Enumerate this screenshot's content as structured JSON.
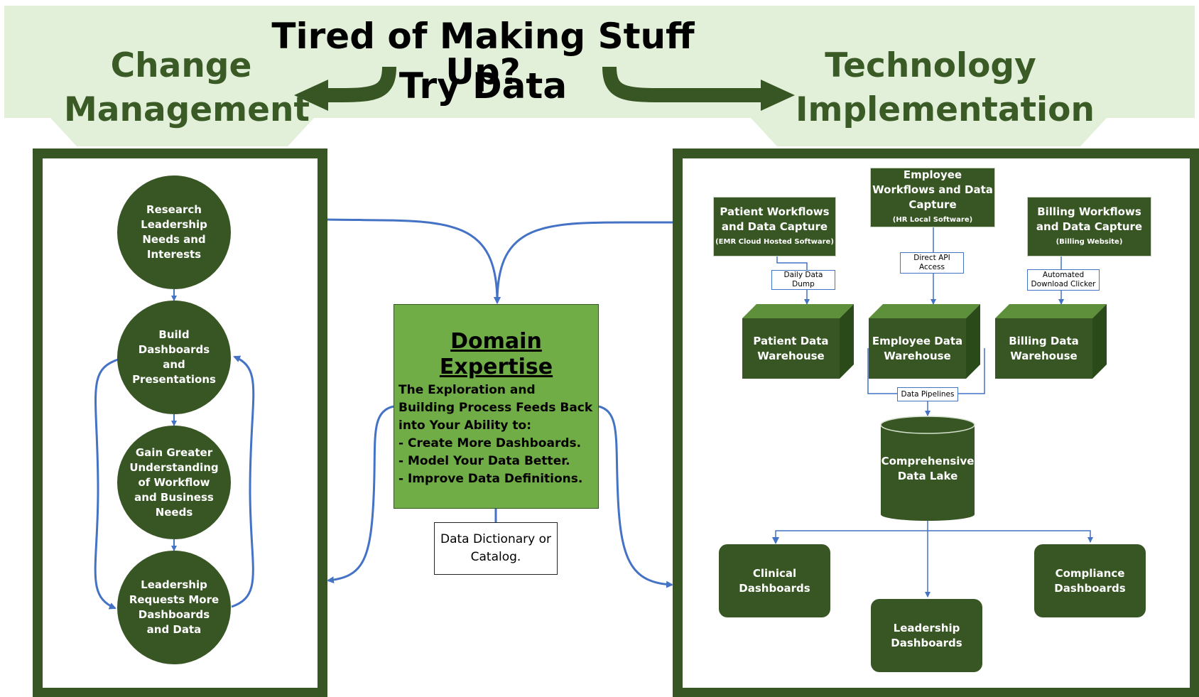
{
  "header": {
    "line1": "Tired of Making Stuff Up?",
    "line2": "Try Data",
    "left_title": "Change Management",
    "right_title": "Technology Implementation"
  },
  "change_management": {
    "steps": [
      "Research Leadership Needs and Interests",
      "Build Dashboards and Presentations",
      "Gain Greater Understanding of Workflow and Business Needs",
      "Leadership Requests More Dashboards and Data"
    ]
  },
  "domain": {
    "title": "Domain Expertise",
    "body": "The Exploration and Building Process Feeds Back into Your Ability to:\n- Create More Dashboards.\n- Model Your Data Better.\n- Improve Data Definitions.",
    "dictionary": "Data Dictionary or Catalog."
  },
  "technology": {
    "sources": [
      {
        "title": "Patient Workflows and Data Capture",
        "sub": "(EMR Cloud Hosted Software)"
      },
      {
        "title": "Employee Workflows and Data Capture",
        "sub": "(HR Local Software)"
      },
      {
        "title": "Billing Workflows and Data Capture",
        "sub": "(Billing Website)"
      }
    ],
    "methods": [
      "Daily Data Dump",
      "Direct API Access",
      "Automated Download Clicker"
    ],
    "warehouses": [
      "Patient Data Warehouse",
      "Employee Data Warehouse",
      "Billing Data Warehouse"
    ],
    "pipelines": "Data Pipelines",
    "lake": "Comprehensive Data Lake",
    "dashboards": [
      "Clinical Dashboards",
      "Leadership Dashboards",
      "Compliance Dashboards"
    ]
  },
  "colors": {
    "banner": "#e2efd9",
    "dark_green": "#375623",
    "mid_green": "#70ad47",
    "title_green": "#3a5a26",
    "connector_blue": "#4472c4"
  }
}
